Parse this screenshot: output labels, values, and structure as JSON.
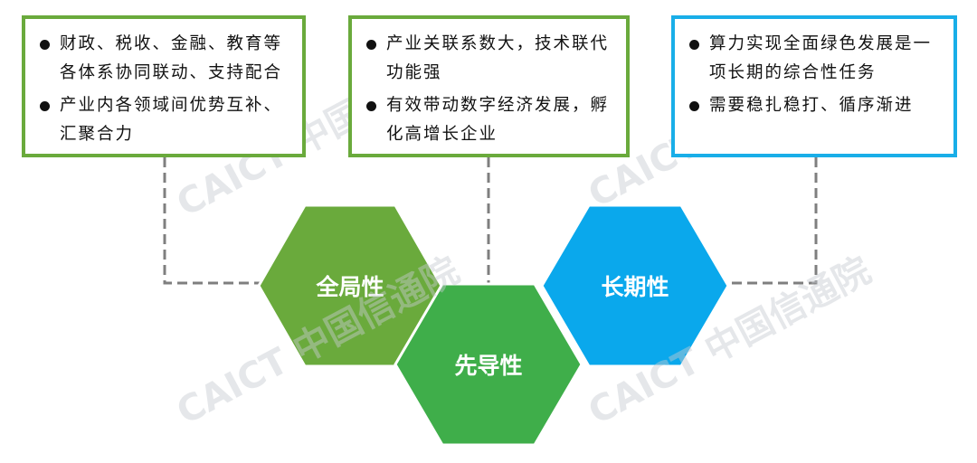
{
  "boxes": [
    {
      "items": [
        "财政、税收、金融、教育等各体系协同联动、支持配合",
        "产业内各领域间优势互补、汇聚合力"
      ]
    },
    {
      "items": [
        "产业关联系数大，技术联代功能强",
        "有效带动数字经济发展，孵化高增长企业"
      ]
    },
    {
      "items": [
        "算力实现全面绿色发展是一项长期的综合性任务",
        "需要稳扎稳打、循序渐进"
      ]
    }
  ],
  "hexagons": [
    {
      "label": "全局性",
      "color": "#6aaa3c"
    },
    {
      "label": "先导性",
      "color": "#3fae4a"
    },
    {
      "label": "长期性",
      "color": "#0aa8ec"
    }
  ],
  "watermark": {
    "text": "CAICT 中国信通院"
  },
  "colors": {
    "green_border": "#6aaa3c",
    "blue_border": "#19aee8",
    "connector": "#7f7f7f"
  }
}
